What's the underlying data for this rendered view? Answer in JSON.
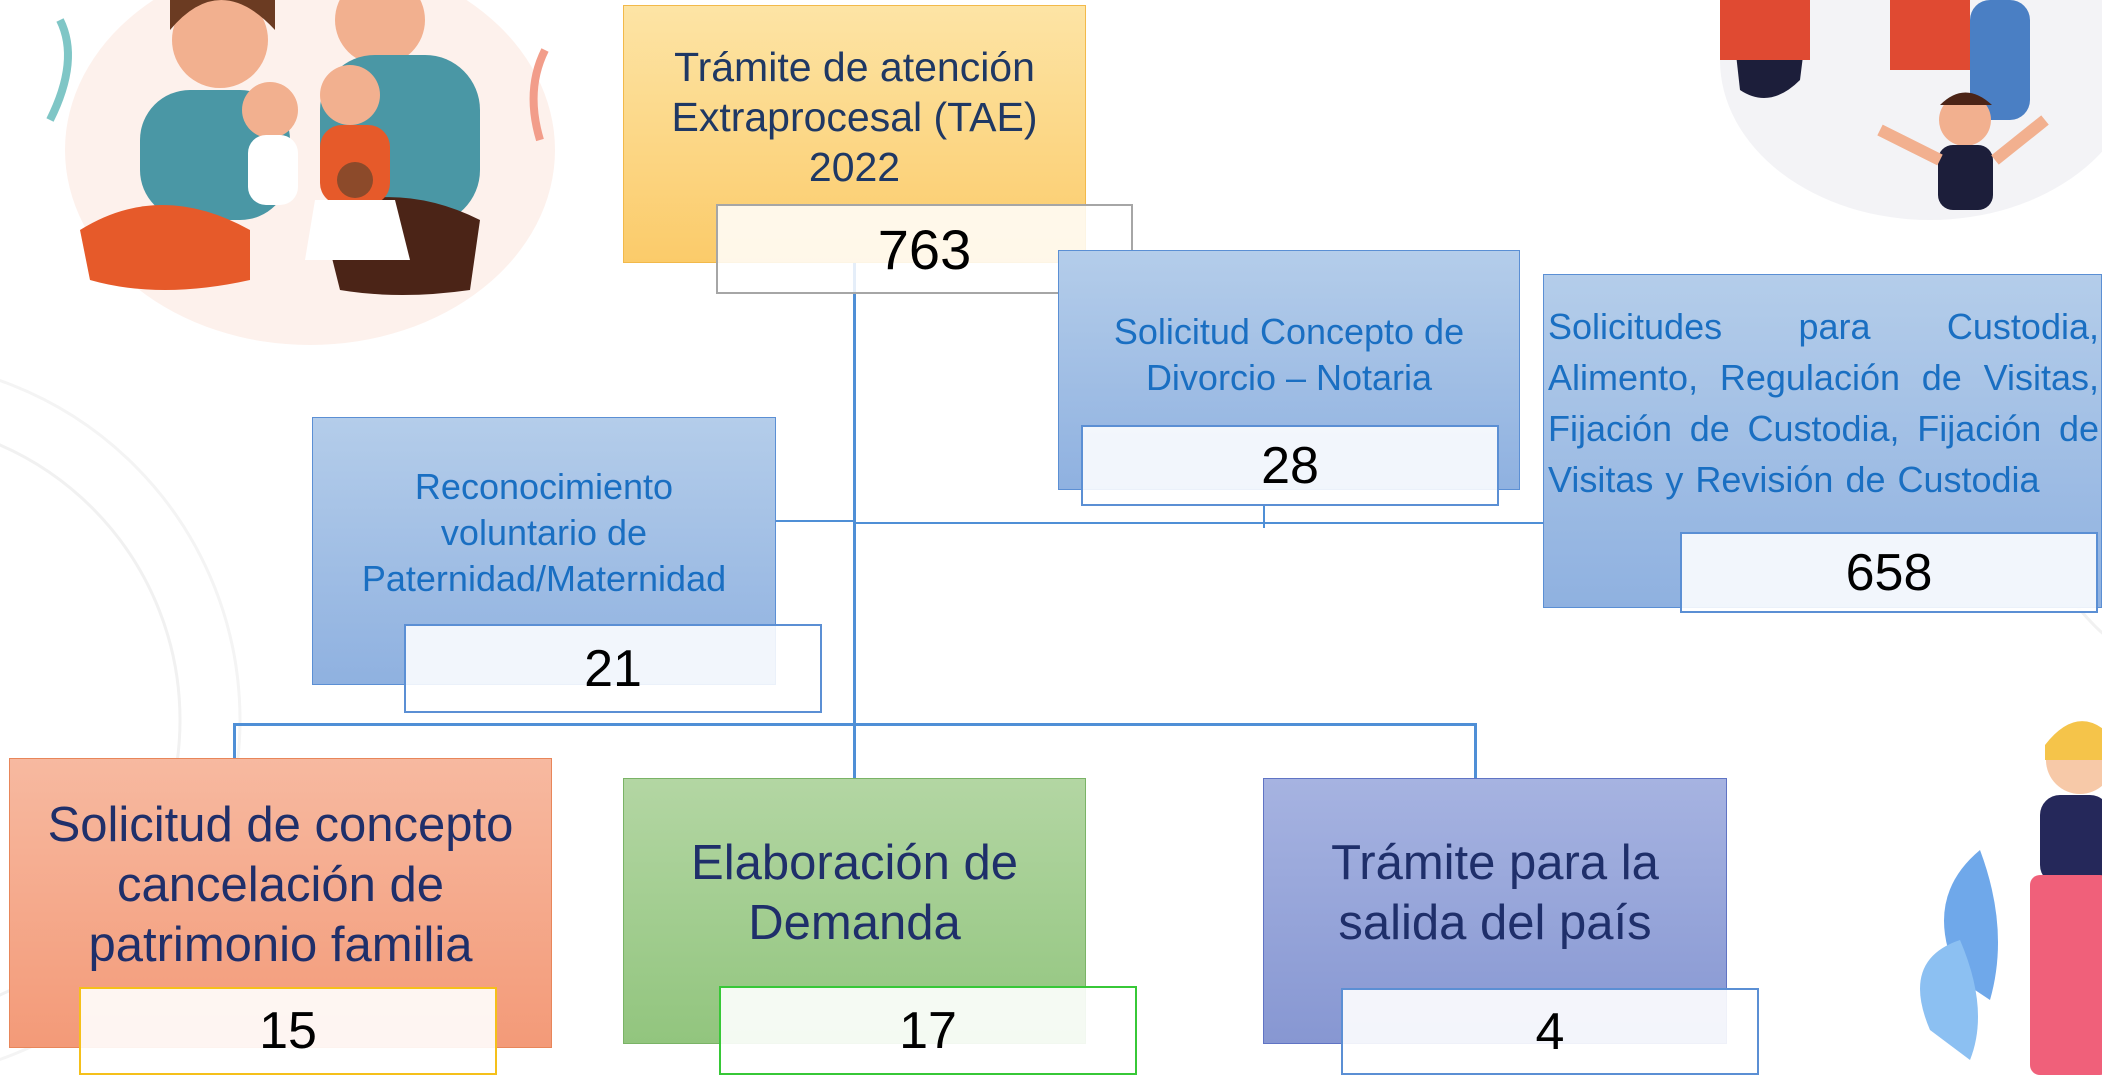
{
  "colors": {
    "top_box": "#fbcb6a",
    "blue_box": "#a5c1e6",
    "blue_text": "#1a6fc2",
    "dark_text": "#1f3864",
    "orange_box": "#f5a888",
    "green_box": "#a2cd8f",
    "indigo_box": "#96a4da",
    "connector": "#4f8fd6"
  },
  "root": {
    "title_lines": [
      "Trámite de atención",
      "Extraprocesal (TAE)",
      "2022"
    ],
    "count": "763"
  },
  "divorce": {
    "title_lines": [
      "Solicitud Concepto de",
      "Divorcio – Notaria"
    ],
    "count": "28"
  },
  "custody": {
    "title": "Solicitudes para Custodia, Alimento, Regulación de Visitas, Fijación de Custodia, Fijación de Visitas y Revisión de Custodia",
    "count": "658"
  },
  "paternity": {
    "title_lines": [
      "Reconocimiento",
      "voluntario de",
      "Paternidad/Maternidad"
    ],
    "count": "21"
  },
  "patrimonio": {
    "title_lines": [
      "Solicitud de concepto",
      "cancelación de",
      "patrimonio familia"
    ],
    "count": "15"
  },
  "demanda": {
    "title_lines": [
      "Elaboración de",
      "Demanda"
    ],
    "count": "17"
  },
  "salida": {
    "title_lines": [
      "Trámite para la",
      "salida del país"
    ],
    "count": "4"
  },
  "illustrations": [
    "family-illustration",
    "parents-child-illustration",
    "woman-illustration"
  ]
}
